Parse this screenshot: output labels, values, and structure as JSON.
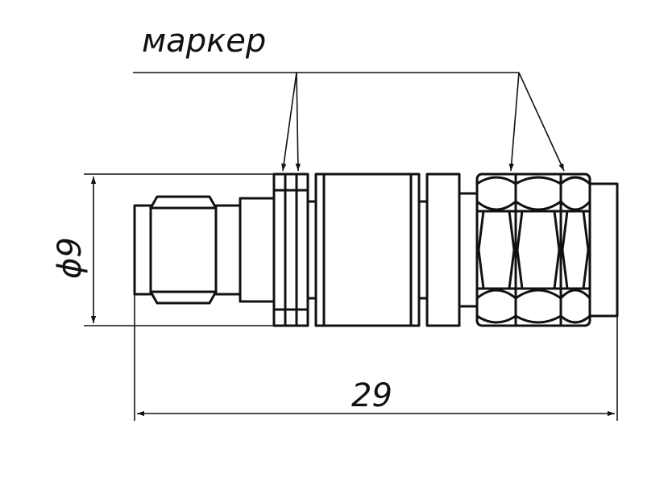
{
  "labels": {
    "marker": "маркер",
    "diameter": "ϕ9",
    "length": "29"
  },
  "colors": {
    "stroke": "#111111",
    "background": "#ffffff"
  }
}
